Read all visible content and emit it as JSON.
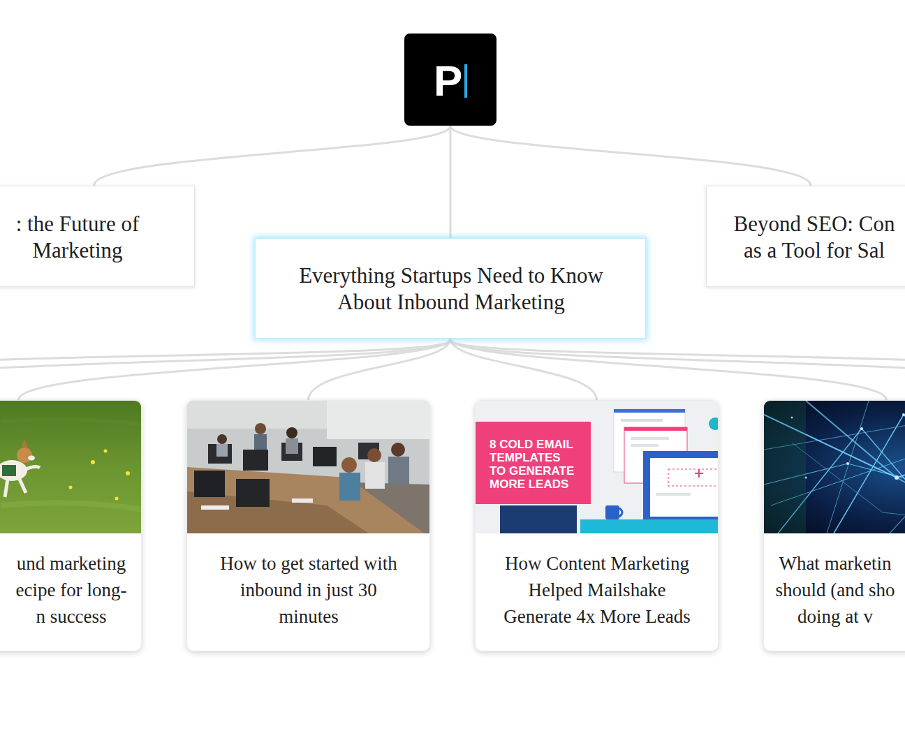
{
  "diagram": {
    "nodes": [
      {
        "text": [
          "P"
        ]
      },
      {
        "text": [
          ": the Future of Marketing"
        ]
      },
      {
        "text": [
          "Everything Startups Need to Know About Inbound Marketing"
        ]
      },
      {
        "text": [
          "Beyond SEO: Con as a Tool for Sal"
        ]
      },
      {
        "text": [
          "und marketing ecipe for long- n success"
        ]
      },
      {
        "text": [
          "How to get started with inbound in just 30 minutes"
        ]
      },
      {
        "text": [
          "How Content Marketing Helped Mailshake Generate 4x More Leads"
        ]
      },
      {
        "text": [
          "What marketin should (and sho doing at v"
        ]
      }
    ],
    "edges": [
      {
        "from": 0,
        "to": 1,
        "arrow": "none"
      },
      {
        "from": 0,
        "to": 2,
        "arrow": "none"
      },
      {
        "from": 0,
        "to": 3,
        "arrow": "none"
      },
      {
        "from": 2,
        "to": 4,
        "arrow": "none"
      },
      {
        "from": 2,
        "to": 5,
        "arrow": "none"
      },
      {
        "from": 2,
        "to": 6,
        "arrow": "none"
      },
      {
        "from": 2,
        "to": 7,
        "arrow": "none"
      }
    ],
    "labels": [
      "8 COLD EMAIL TEMPLATES TO GENERATE MORE LEADS"
    ]
  }
}
